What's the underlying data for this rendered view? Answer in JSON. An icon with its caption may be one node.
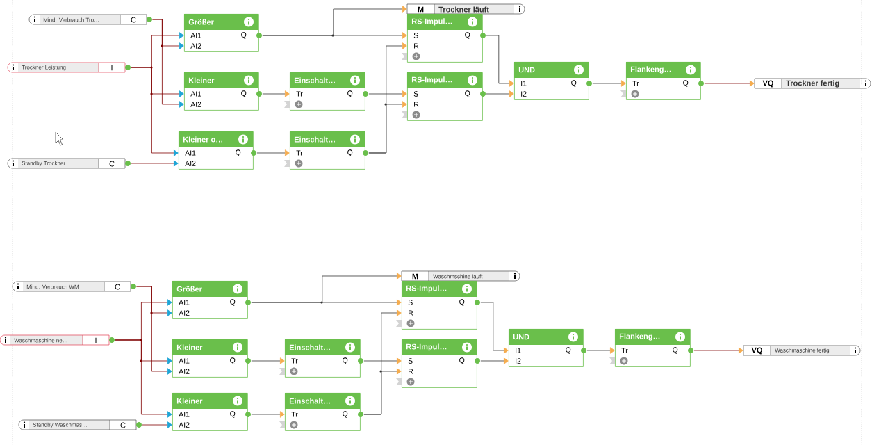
{
  "diagram": {
    "nodes": [
      {
        "text": [
          "Mind. Verbrauch Tro…",
          "C"
        ]
      },
      {
        "text": [
          "Trockner Leistung",
          "I"
        ]
      },
      {
        "text": [
          "Standby Trockner",
          "C"
        ]
      },
      {
        "text": [
          "Größer",
          "AI1",
          "AI2",
          "Q"
        ]
      },
      {
        "text": [
          "Kleiner",
          "AI1",
          "AI2",
          "Q"
        ]
      },
      {
        "text": [
          "Kleiner o…",
          "AI1",
          "AI2",
          "Q"
        ]
      },
      {
        "text": [
          "Einschalt…",
          "Tr",
          "Q"
        ]
      },
      {
        "text": [
          "Einschalt…",
          "Tr",
          "Q"
        ]
      },
      {
        "text": [
          "M",
          "Trockner läuft"
        ]
      },
      {
        "text": [
          "RS-Impul…",
          "S",
          "R",
          "Q"
        ]
      },
      {
        "text": [
          "RS-Impul…",
          "S",
          "R",
          "Q"
        ]
      },
      {
        "text": [
          "UND",
          "I1",
          "I2",
          "Q"
        ]
      },
      {
        "text": [
          "Flankeng…",
          "Tr",
          "Q"
        ]
      },
      {
        "text": [
          "VQ",
          "Trockner fertig"
        ]
      },
      {
        "text": [
          "Mind. Verbrauch WM",
          "C"
        ]
      },
      {
        "text": [
          "Waschmaschine ne…",
          "I"
        ]
      },
      {
        "text": [
          "Standby Waschmas…",
          "C"
        ]
      },
      {
        "text": [
          "Größer",
          "AI1",
          "AI2",
          "Q"
        ]
      },
      {
        "text": [
          "Kleiner",
          "AI1",
          "AI2",
          "Q"
        ]
      },
      {
        "text": [
          "Kleiner",
          "AI1",
          "AI2",
          "Q"
        ]
      },
      {
        "text": [
          "Einschalt…",
          "Tr",
          "Q"
        ]
      },
      {
        "text": [
          "Einschalt…",
          "Tr",
          "Q"
        ]
      },
      {
        "text": [
          "M",
          "Waschmschine läuft"
        ]
      },
      {
        "text": [
          "RS-Impul…",
          "S",
          "R",
          "Q"
        ]
      },
      {
        "text": [
          "RS-Impul…",
          "S",
          "R",
          "Q"
        ]
      },
      {
        "text": [
          "UND",
          "I1",
          "I2",
          "Q"
        ]
      },
      {
        "text": [
          "Flankeng…",
          "Tr",
          "Q"
        ]
      },
      {
        "text": [
          "VQ",
          "Waschmaschine fertig"
        ]
      }
    ],
    "edges": [
      {
        "from": 0,
        "to": 3,
        "arrow": "to",
        "color": "#800000"
      },
      {
        "from": 0,
        "to": 4,
        "arrow": "to",
        "color": "#800000"
      },
      {
        "from": 1,
        "to": 3,
        "arrow": "to",
        "color": "#800000"
      },
      {
        "from": 1,
        "to": 4,
        "arrow": "to",
        "color": "#800000"
      },
      {
        "from": 1,
        "to": 5,
        "arrow": "to",
        "color": "#800000"
      },
      {
        "from": 2,
        "to": 5,
        "arrow": "to",
        "color": "#800000"
      },
      {
        "from": 3,
        "to": 8,
        "arrow": "to"
      },
      {
        "from": 3,
        "to": 9,
        "arrow": "to"
      },
      {
        "from": 4,
        "to": 6,
        "arrow": "to"
      },
      {
        "from": 5,
        "to": 7,
        "arrow": "to"
      },
      {
        "from": 6,
        "to": 10,
        "arrow": "to"
      },
      {
        "from": 7,
        "to": 9,
        "arrow": "to"
      },
      {
        "from": 7,
        "to": 10,
        "arrow": "to"
      },
      {
        "from": 9,
        "to": 11,
        "arrow": "to"
      },
      {
        "from": 10,
        "to": 11,
        "arrow": "to"
      },
      {
        "from": 11,
        "to": 12,
        "arrow": "to"
      },
      {
        "from": 12,
        "to": 13,
        "arrow": "to",
        "color": "#800000"
      },
      {
        "from": 14,
        "to": 17,
        "arrow": "to",
        "color": "#800000"
      },
      {
        "from": 14,
        "to": 18,
        "arrow": "to",
        "color": "#800000"
      },
      {
        "from": 15,
        "to": 17,
        "arrow": "to",
        "color": "#800000"
      },
      {
        "from": 15,
        "to": 18,
        "arrow": "to",
        "color": "#800000"
      },
      {
        "from": 15,
        "to": 19,
        "arrow": "to",
        "color": "#800000"
      },
      {
        "from": 16,
        "to": 19,
        "arrow": "to",
        "color": "#800000"
      },
      {
        "from": 17,
        "to": 22,
        "arrow": "to"
      },
      {
        "from": 17,
        "to": 23,
        "arrow": "to"
      },
      {
        "from": 18,
        "to": 20,
        "arrow": "to"
      },
      {
        "from": 19,
        "to": 21,
        "arrow": "to"
      },
      {
        "from": 20,
        "to": 24,
        "arrow": "to"
      },
      {
        "from": 21,
        "to": 23,
        "arrow": "to"
      },
      {
        "from": 21,
        "to": 24,
        "arrow": "to"
      },
      {
        "from": 23,
        "to": 25,
        "arrow": "to"
      },
      {
        "from": 24,
        "to": 25,
        "arrow": "to"
      },
      {
        "from": 25,
        "to": 26,
        "arrow": "to"
      },
      {
        "from": 26,
        "to": 27,
        "arrow": "to",
        "color": "#800000"
      }
    ]
  }
}
